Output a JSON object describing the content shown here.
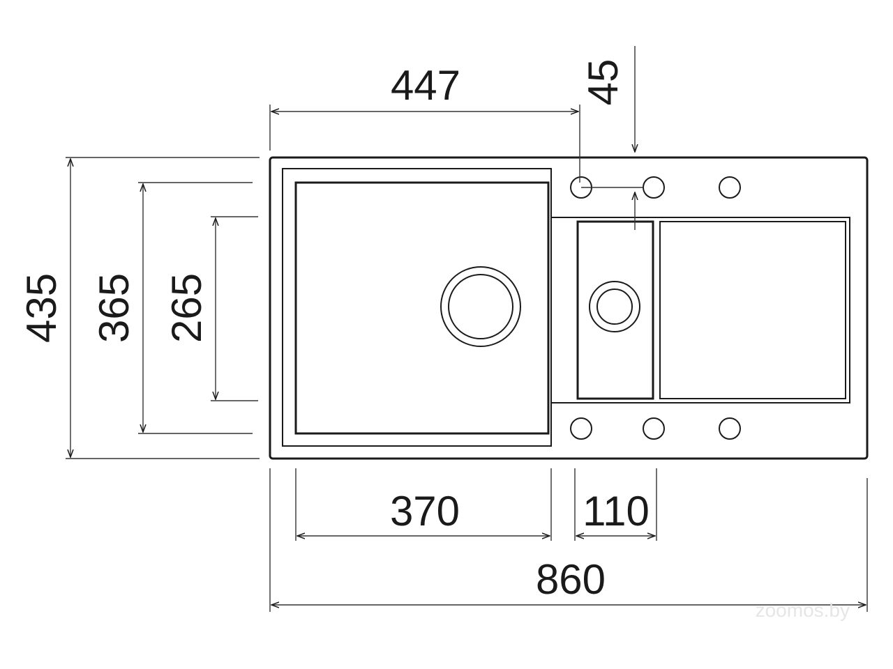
{
  "dimensions": {
    "total_width": "860",
    "bowl_offset": "447",
    "tap_offset": "45",
    "bowl_width": "370",
    "small_bowl_width": "110",
    "total_depth": "435",
    "bowl_depth": "365",
    "inner_depth": "265"
  },
  "watermark": "zoomos.by",
  "colors": {
    "line": "#1a1a1a",
    "background": "#ffffff"
  }
}
